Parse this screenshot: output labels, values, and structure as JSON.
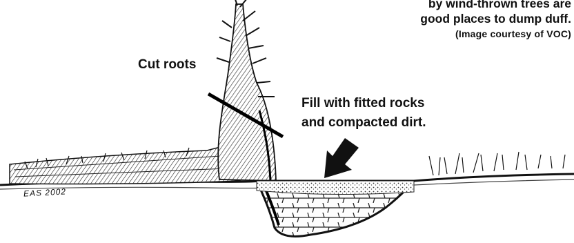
{
  "caption": {
    "lines": [
      "by wind-thrown trees are",
      "good places to dump duff.",
      "(Image courtesy of VOC)"
    ]
  },
  "callouts": {
    "cut_roots": "Cut roots",
    "fill_line1": "Fill with fitted rocks",
    "fill_line2": "and compacted dirt."
  },
  "signature": "EAS 2002"
}
